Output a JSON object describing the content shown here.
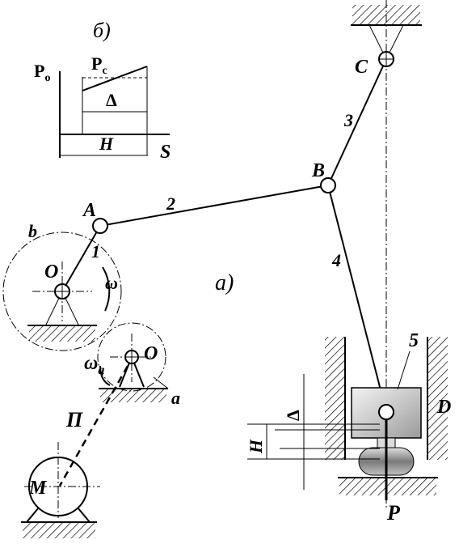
{
  "subplot_b": {
    "caption": "б)",
    "p0": "P",
    "p0_sub": "o",
    "pc": "P",
    "pc_sub": "c",
    "delta": "Δ",
    "h": "H",
    "s": "S"
  },
  "subplot_a": {
    "caption": "a)"
  },
  "points": {
    "A": "A",
    "B": "B",
    "C": "C",
    "D": "D",
    "O1": "O",
    "O2": "O",
    "M": "M",
    "P": "P"
  },
  "links": {
    "l1": "1",
    "l2": "2",
    "l3": "3",
    "l4": "4",
    "l5": "5"
  },
  "symbols": {
    "b": "b",
    "a": "a",
    "omega": "ω",
    "omega_a": "ω",
    "omega_a_sub": "a",
    "pi": "П",
    "delta": "Δ",
    "h": "H"
  }
}
